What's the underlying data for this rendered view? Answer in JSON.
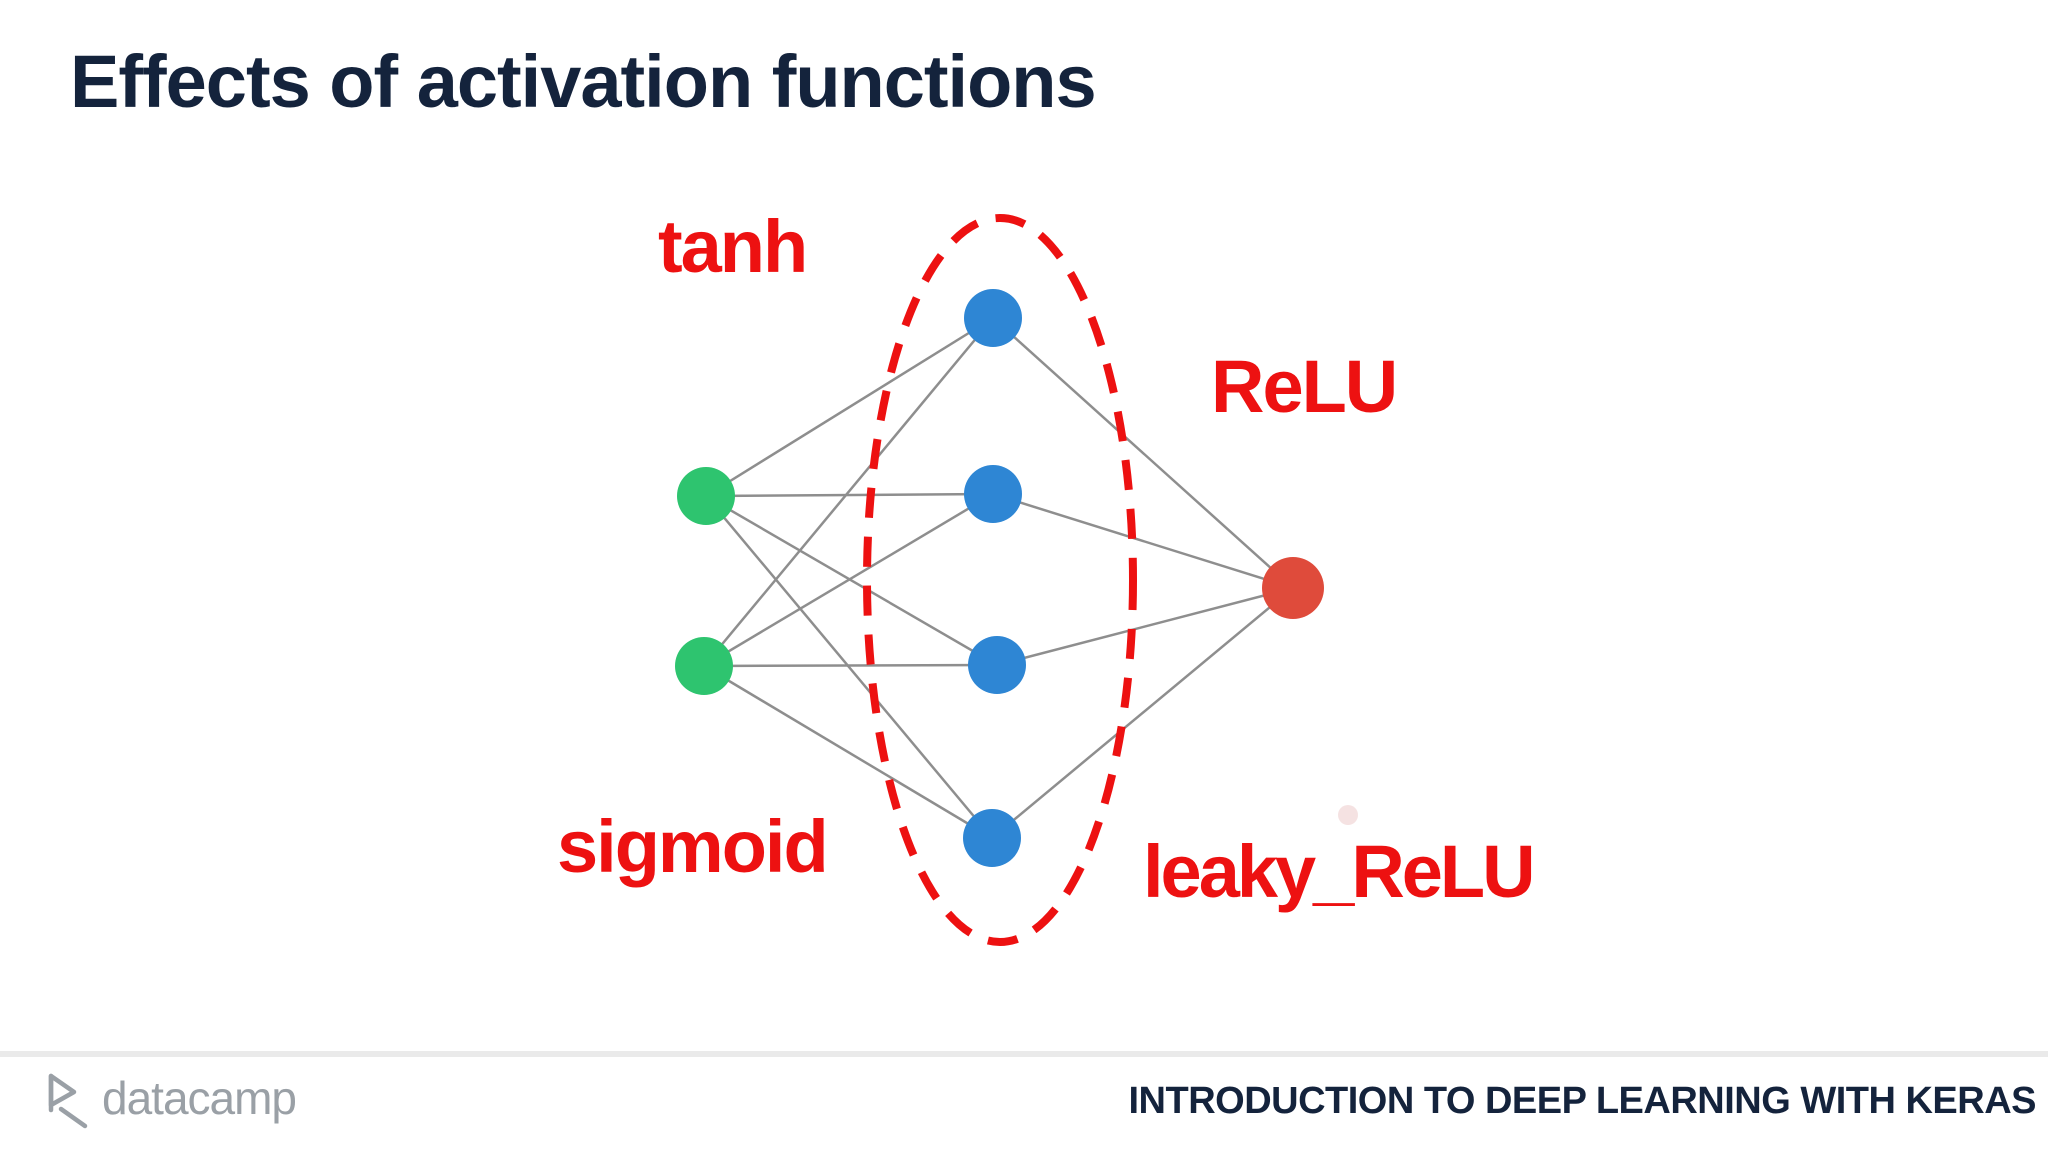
{
  "slide": {
    "title": "Effects of activation functions"
  },
  "diagram": {
    "labels": {
      "tanh": "tanh",
      "relu": "ReLU",
      "sigmoid": "sigmoid",
      "leaky_relu": "leaky_ReLU"
    },
    "network": {
      "input_nodes": 2,
      "hidden_nodes": 4,
      "output_nodes": 1,
      "hidden_layer_circled": true
    },
    "colors": {
      "input_node": "#2EC46F",
      "hidden_node": "#2E86D4",
      "output_node": "#DF4B3B",
      "annotation_red": "#ED1111",
      "edge": "#8E8E8E"
    }
  },
  "footer": {
    "brand": "datacamp",
    "course_title": "INTRODUCTION TO DEEP LEARNING WITH KERAS"
  }
}
